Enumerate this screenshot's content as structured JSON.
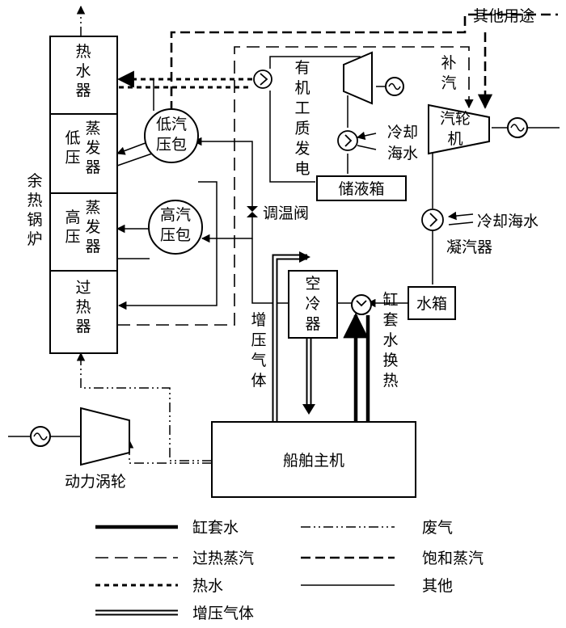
{
  "boiler": {
    "label": "余热锅炉",
    "sections": [
      "热水器",
      "低压蒸发器",
      "高压蒸发器",
      "过热器"
    ]
  },
  "drums": {
    "low": "低汽压包",
    "high": "高汽压包"
  },
  "orc": {
    "label": "有机工质发电",
    "tank": "储液箱",
    "cooling": "冷却海水"
  },
  "steam": {
    "other_use": "其他用途",
    "makeup": "补汽",
    "turbine": "汽轮机",
    "cooling": "冷却海水",
    "condenser": "凝汽器",
    "water_tank": "水箱"
  },
  "engine": {
    "main": "船舶主机",
    "aircooler": "空冷器",
    "charge_air": "增压气体",
    "jacket_hx": "缸套水换热",
    "temp_valve": "调温阀",
    "power_turbine": "动力涡轮"
  },
  "legend": [
    {
      "style": "jacket",
      "label": "缸套水"
    },
    {
      "style": "exhaust",
      "label": "废气"
    },
    {
      "style": "superheated",
      "label": "过热蒸汽"
    },
    {
      "style": "saturated",
      "label": "饱和蒸汽"
    },
    {
      "style": "hotwater",
      "label": "热水"
    },
    {
      "style": "other",
      "label": "其他"
    },
    {
      "style": "chargeair",
      "label": "增压气体"
    }
  ]
}
